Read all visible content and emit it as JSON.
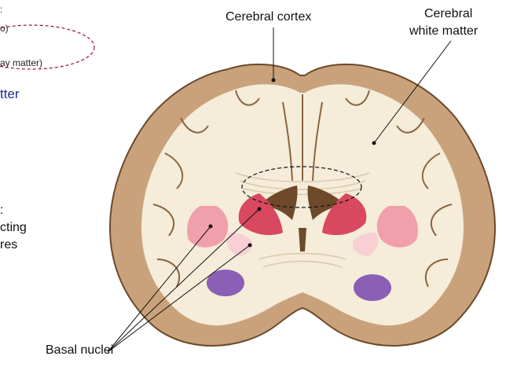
{
  "left_fragments": {
    "line1": ":",
    "line2": "o)",
    "line3": "ay matter)",
    "line4": "tter",
    "line5": ":",
    "line6": "cting",
    "line7": "res"
  },
  "labels": {
    "cortex": "Cerebral cortex",
    "white_matter_1": "Cerebral",
    "white_matter_2": "white matter",
    "basal_nuclei": "Basal nuclei"
  },
  "colors": {
    "tissue": "#c9a27c",
    "white_matter": "#f5ecd9",
    "highlight_text": "#1f2a8c",
    "dashed_circle": "#9a1230",
    "basal_dark": "#d8485f",
    "basal_light": "#f0a0aa",
    "basal_pale": "#f8cfd5",
    "purple": "#8a5fb5"
  }
}
